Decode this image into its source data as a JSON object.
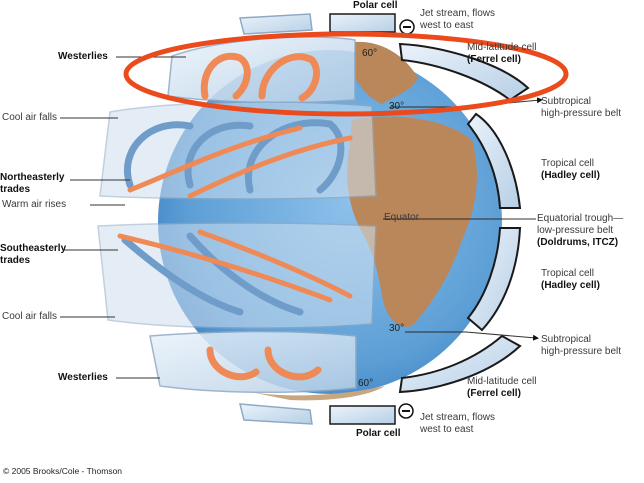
{
  "labels": {
    "polar_cell_top": "Polar cell",
    "polar_cell_bottom": "Polar cell",
    "jet_stream_top": [
      "Jet stream, flows",
      "west to east"
    ],
    "jet_stream_bottom": [
      "Jet stream, flows",
      "west to east"
    ],
    "westerlies_top": "Westerlies",
    "westerlies_bottom": "Westerlies",
    "cool_air_falls_top": "Cool air falls",
    "cool_air_falls_bottom": "Cool air falls",
    "warm_air_rises": "Warm air rises",
    "northeasterly_trades": [
      "Northeasterly",
      "trades"
    ],
    "southeasterly_trades": [
      "Southeasterly",
      "trades"
    ],
    "equator": "Equator",
    "ferrel_top": [
      "Mid-latitude cell",
      "(Ferrel cell)"
    ],
    "ferrel_bottom": [
      "Mid-latitude cell",
      "(Ferrel cell)"
    ],
    "subtropical_top": [
      "Subtropical",
      "high-pressure belt"
    ],
    "subtropical_bottom": [
      "Subtropical",
      "high-pressure belt"
    ],
    "hadley_top": [
      "Tropical cell",
      "(Hadley cell)"
    ],
    "hadley_bottom": [
      "Tropical cell",
      "(Hadley cell)"
    ],
    "equatorial_trough": [
      "Equatorial trough—",
      "low-pressure belt",
      "(Doldrums, ITCZ)"
    ],
    "deg_60_top": "60°",
    "deg_30_top": "30°",
    "deg_30_bottom": "30°",
    "deg_60_bottom": "60°",
    "credit": "© 2005 Brooks/Cole - Thomson"
  },
  "colors": {
    "ocean": "#5d9fd6",
    "ocean_light": "#9cc8ec",
    "land": "#b9875a",
    "cell_fill": "#cfe0f0",
    "cell_stroke": "#8fa9c4",
    "warm_arrow": "#ef8a57",
    "cool_arrow": "#6f9cc9",
    "highlight_ellipse": "#ea4a1c"
  },
  "icons": [
    "jet-stream-minus-icon-top",
    "jet-stream-minus-icon-bottom"
  ]
}
